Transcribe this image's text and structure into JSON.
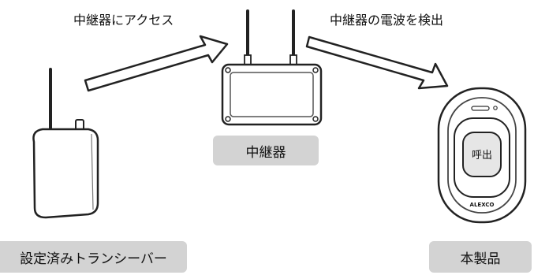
{
  "arrows": {
    "access": "中継器にアクセス",
    "detect": "中継器の電波を検出"
  },
  "devices": {
    "transceiver": "設定済みトランシーバー",
    "relay": "中継器",
    "product": "本製品"
  },
  "product_detail": {
    "button_text": "呼出",
    "brand": "ALEXCO"
  },
  "colors": {
    "label_bg": "#d3d3d3",
    "line": "#222222",
    "fill": "#ffffff"
  }
}
